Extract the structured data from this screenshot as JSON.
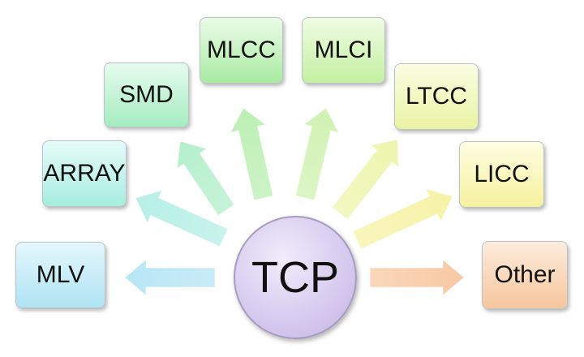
{
  "center": {
    "label": "TCP",
    "color": "#d6c9ee"
  },
  "nodes": [
    {
      "id": "mlv",
      "label": "MLV",
      "fill_top": "#e6f7fc",
      "fill_bottom": "#aee3f3",
      "arrow": "#b7e6f5"
    },
    {
      "id": "array",
      "label": "ARRAY",
      "fill_top": "#e6fbf8",
      "fill_bottom": "#a7ede0",
      "arrow": "#b6efe6"
    },
    {
      "id": "smd",
      "label": "SMD",
      "fill_top": "#e6fbee",
      "fill_bottom": "#a5ecc0",
      "arrow": "#b4efcb"
    },
    {
      "id": "mlcc",
      "label": "MLCC",
      "fill_top": "#eafbe6",
      "fill_bottom": "#a9eba3",
      "arrow": "#bcefb4"
    },
    {
      "id": "mlci",
      "label": "MLCI",
      "fill_top": "#effbe2",
      "fill_bottom": "#c4f0a2",
      "arrow": "#d0f2b2"
    },
    {
      "id": "ltcc",
      "label": "LTCC",
      "fill_top": "#fbfde3",
      "fill_bottom": "#eaf3a3",
      "arrow": "#eef5ad"
    },
    {
      "id": "licc",
      "label": "LICC",
      "fill_top": "#fefde2",
      "fill_bottom": "#f6f19e",
      "arrow": "#f6f3a7"
    },
    {
      "id": "other",
      "label": "Other",
      "fill_top": "#fdebdd",
      "fill_bottom": "#f6c79e",
      "arrow": "#f8c9a3"
    }
  ]
}
